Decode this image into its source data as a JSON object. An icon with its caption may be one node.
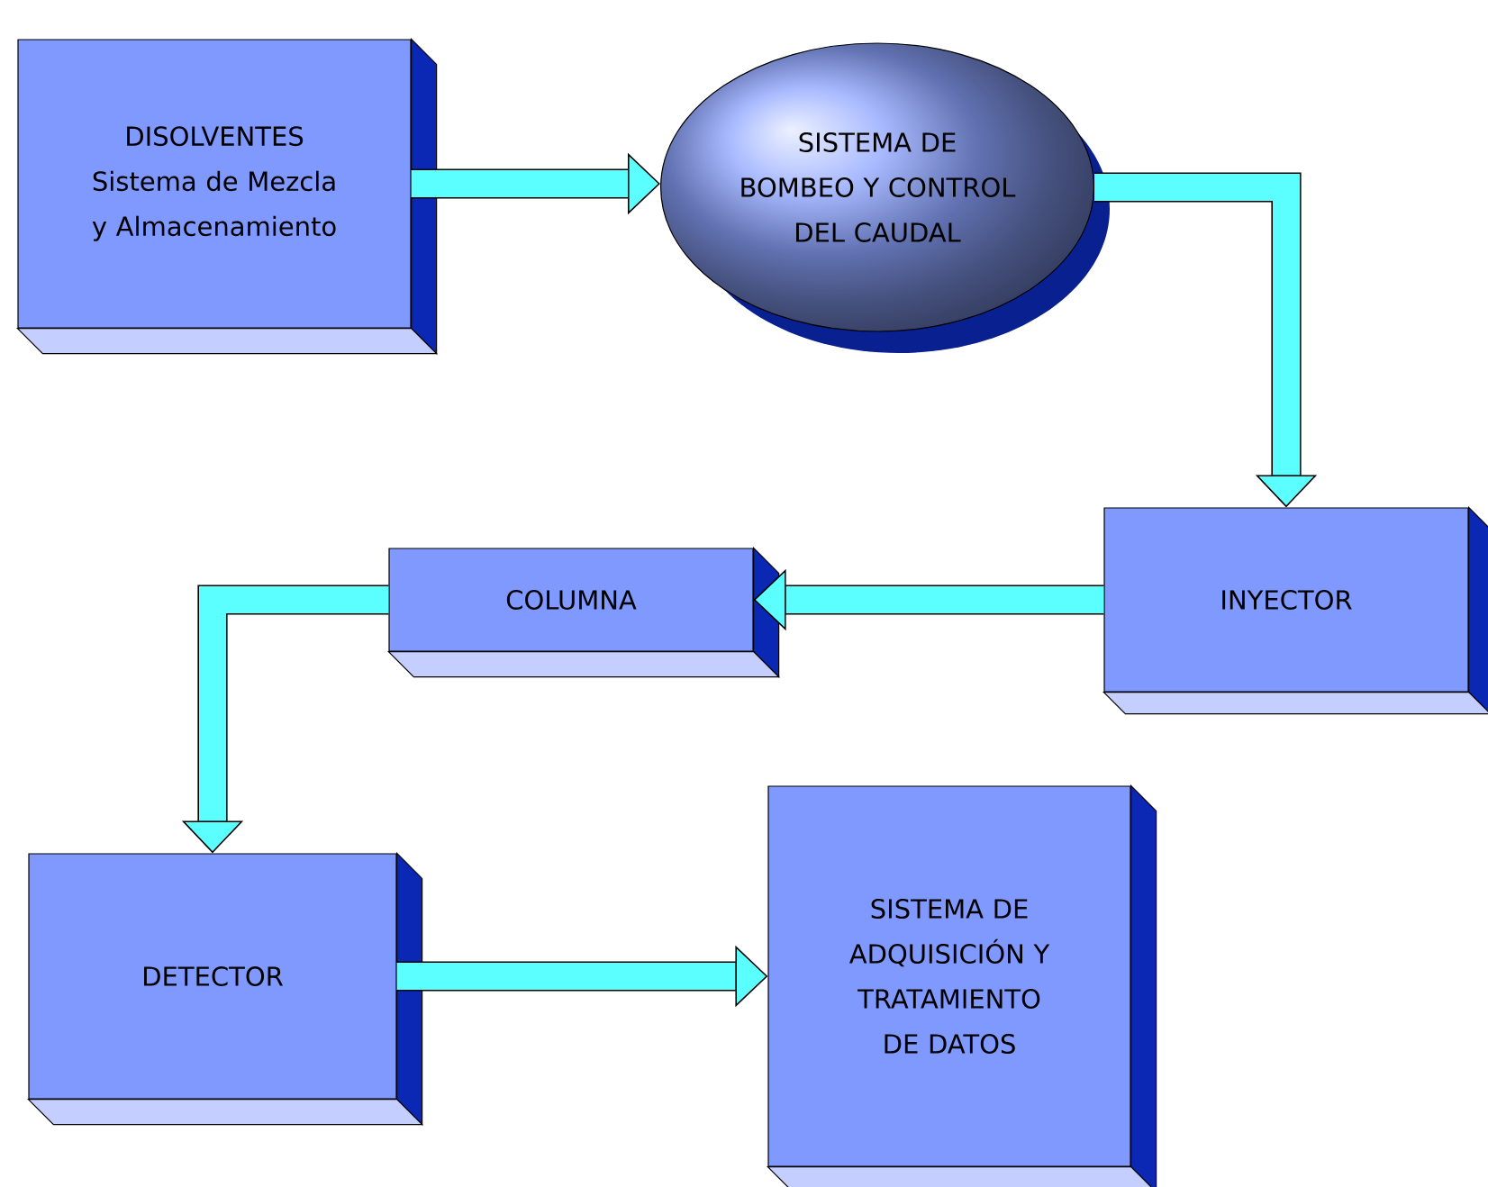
{
  "diagram": {
    "nodes": [
      {
        "text": [
          "DISOLVENTES",
          "Sistema de Mezcla y Almacenamiento"
        ]
      },
      {
        "text": [
          "SISTEMA DE BOMBEO Y CONTROL DEL CAUDAL"
        ]
      },
      {
        "text": [
          "INYECTOR"
        ]
      },
      {
        "text": [
          "COLUMNA"
        ]
      },
      {
        "text": [
          "DETECTOR"
        ]
      },
      {
        "text": [
          "SISTEMA DE ADQUISICIÓN Y TRATAMIENTO DE DATOS"
        ]
      }
    ],
    "edges": [
      {
        "from": 0,
        "to": 1,
        "arrow": "to"
      },
      {
        "from": 1,
        "to": 2,
        "arrow": "to"
      },
      {
        "from": 2,
        "to": 3,
        "arrow": "to"
      },
      {
        "from": 3,
        "to": 4,
        "arrow": "to"
      },
      {
        "from": 4,
        "to": 5,
        "arrow": "to"
      }
    ]
  }
}
